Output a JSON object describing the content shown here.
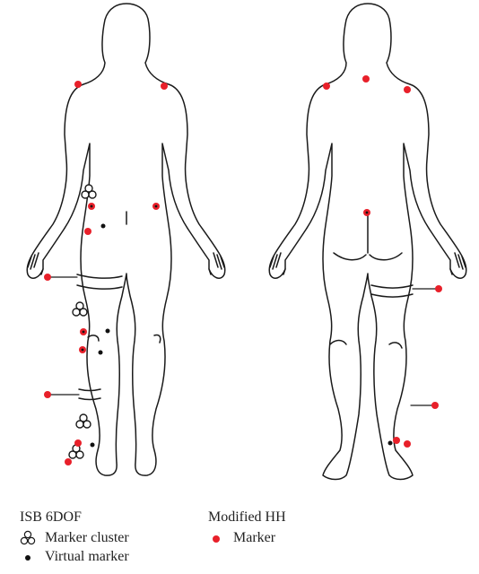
{
  "figure": {
    "views": [
      "front-view",
      "back-view"
    ],
    "colors": {
      "outline": "#1a1a1a",
      "marker": "#e8202a",
      "virtual_marker": "#111111"
    }
  },
  "legend": {
    "isb": {
      "title": "ISB 6DOF",
      "items": [
        {
          "icon": "marker-cluster-icon",
          "label": "Marker cluster"
        },
        {
          "icon": "virtual-marker-icon",
          "label": "Virtual marker"
        }
      ]
    },
    "hh": {
      "title": "Modified HH",
      "items": [
        {
          "icon": "red-marker-icon",
          "label": "Marker"
        }
      ]
    }
  }
}
